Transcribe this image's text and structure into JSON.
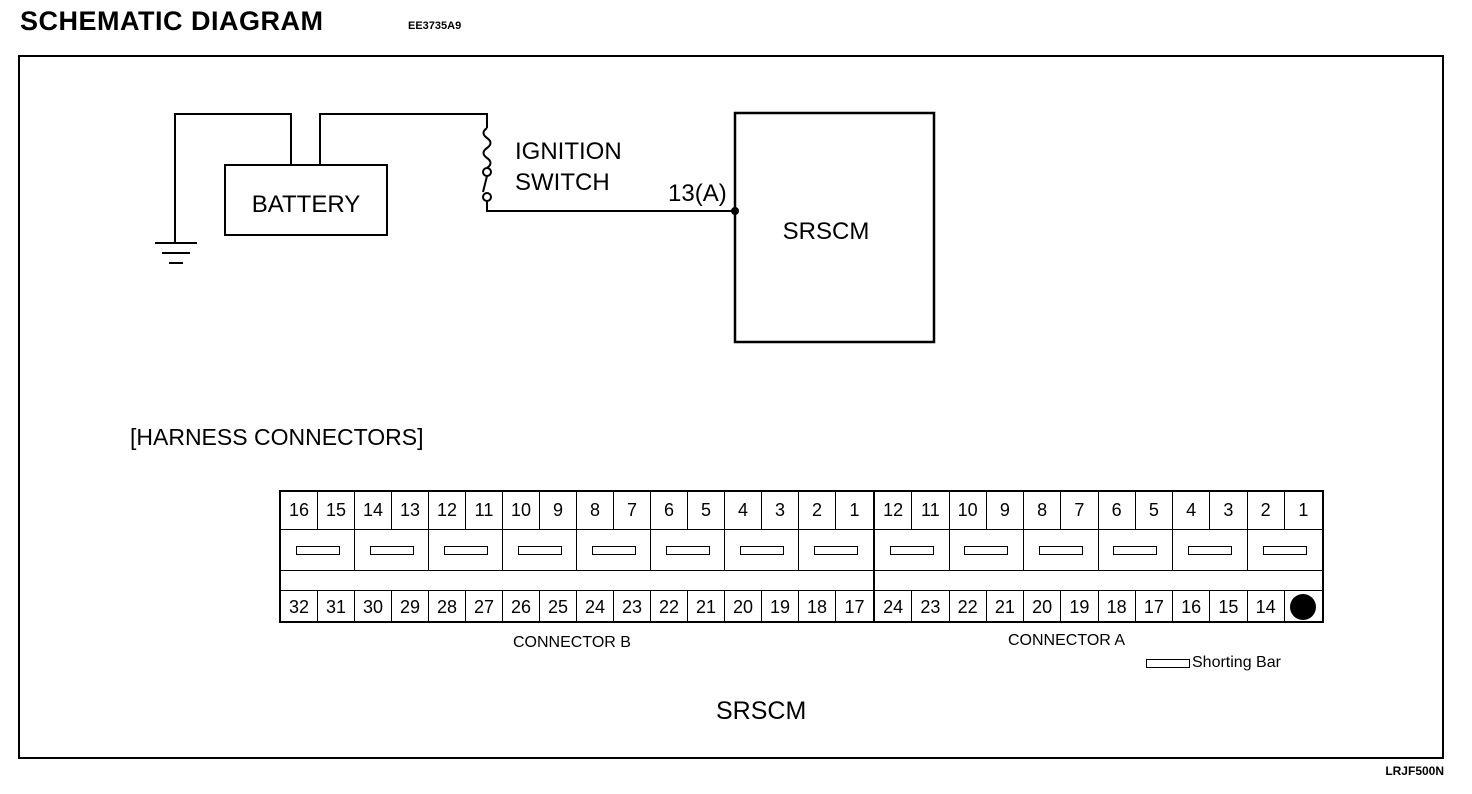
{
  "header": {
    "title": "SCHEMATIC DIAGRAM",
    "code": "EE3735A9"
  },
  "figure_code": "LRJF500N",
  "schematic": {
    "battery_label": "BATTERY",
    "ignition_label_line1": "IGNITION",
    "ignition_label_line2": "SWITCH",
    "terminal_label": "13(A)",
    "module_label": "SRSCM"
  },
  "harness": {
    "title": "[HARNESS CONNECTORS]",
    "connector_b": {
      "label": "CONNECTOR B",
      "top_pins": [
        "16",
        "15",
        "14",
        "13",
        "12",
        "11",
        "10",
        "9",
        "8",
        "7",
        "6",
        "5",
        "4",
        "3",
        "2",
        "1"
      ],
      "bottom_pins": [
        "32",
        "31",
        "30",
        "29",
        "28",
        "27",
        "26",
        "25",
        "24",
        "23",
        "22",
        "21",
        "20",
        "19",
        "18",
        "17"
      ]
    },
    "connector_a": {
      "label": "CONNECTOR A",
      "top_pins": [
        "12",
        "11",
        "10",
        "9",
        "8",
        "7",
        "6",
        "5",
        "4",
        "3",
        "2",
        "1"
      ],
      "bottom_pins": [
        "24",
        "23",
        "22",
        "21",
        "20",
        "19",
        "18",
        "17",
        "16",
        "15",
        "14",
        ""
      ]
    },
    "legend_label": "Shorting Bar",
    "module_label": "SRSCM"
  }
}
